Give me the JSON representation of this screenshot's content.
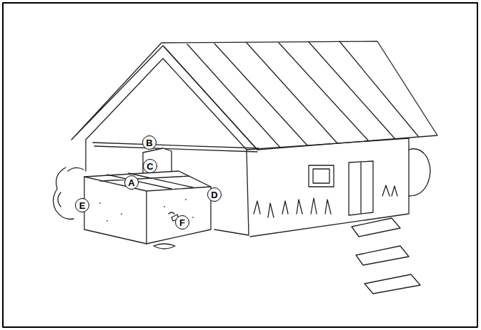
{
  "diagram": {
    "nodes": [
      {
        "text": [
          "B"
        ]
      },
      {
        "text": [
          "C"
        ]
      },
      {
        "text": [
          "A"
        ]
      },
      {
        "text": [
          "D"
        ]
      },
      {
        "text": [
          "E"
        ]
      },
      {
        "text": [
          "F"
        ]
      }
    ]
  }
}
